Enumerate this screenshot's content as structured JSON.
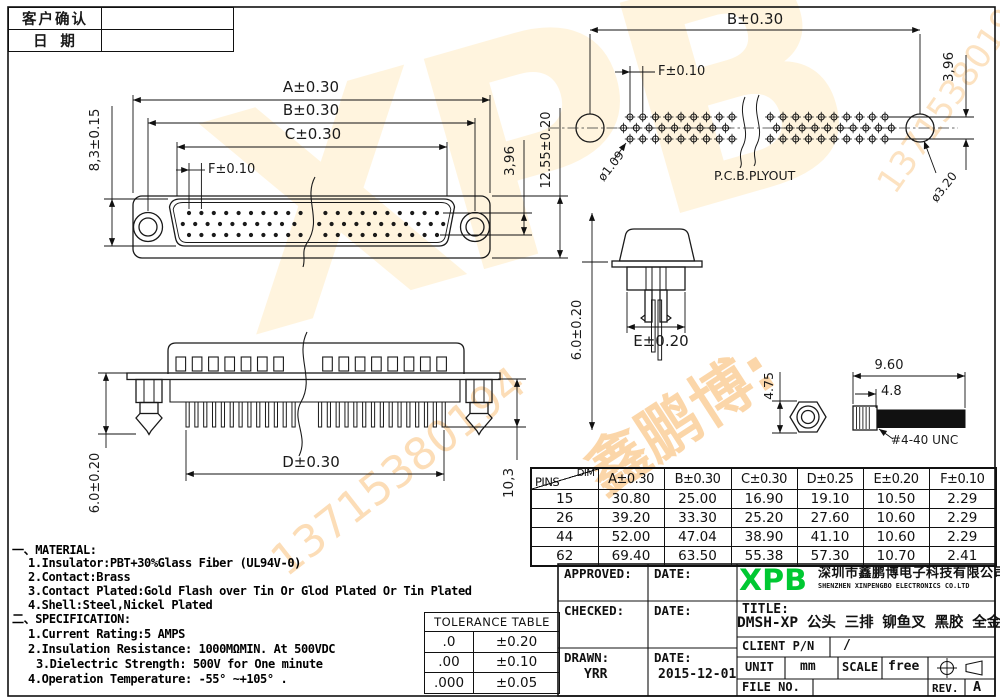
{
  "colors": {
    "line": "#1a1a1a",
    "logo_green": "#00c832",
    "watermark_orange": "#f39e32",
    "watermark_yellow": "#ffc446"
  },
  "confirm_table": {
    "rows": [
      {
        "label": "客户确认",
        "value": ""
      },
      {
        "label": "日 期",
        "value": ""
      }
    ]
  },
  "front_view": {
    "dim_a": "A±0.30",
    "dim_b": "B±0.30",
    "dim_c": "C±0.30",
    "dim_f": "F±0.10",
    "dim_height": "8,3±0.15",
    "dim_row": "3,96",
    "dim_flange": "12.55±0.20"
  },
  "pcb_view": {
    "label": "P.C.B.PLYOUT",
    "dim_b": "B±0.30",
    "dim_f": "F±0.10",
    "dim_row": "3,96",
    "dim_small_hole": "ø1.09",
    "dim_big_hole": "ø3.20"
  },
  "end_view": {
    "dim_e": "E±0.20",
    "dim_tail": "6.0±0.20"
  },
  "rear_view": {
    "dim_d": "D±0.30",
    "dim_tail": "6.0±0.20",
    "dim_depth": "10,3"
  },
  "screw_view": {
    "dim_len": "9.60",
    "dim_thread": "4.8",
    "dim_nut": "4.75",
    "thread_spec": "#4-40 UNC"
  },
  "dim_table": {
    "corner_dim": "DIM",
    "corner_pins": "PINS",
    "columns": [
      "A±0.30",
      "B±0.30",
      "C±0.30",
      "D±0.25",
      "E±0.20",
      "F±0.10"
    ],
    "rows": [
      {
        "pins": "15",
        "v": [
          "30.80",
          "25.00",
          "16.90",
          "19.10",
          "10.50",
          "2.29"
        ]
      },
      {
        "pins": "26",
        "v": [
          "39.20",
          "33.30",
          "25.20",
          "27.60",
          "10.60",
          "2.29"
        ]
      },
      {
        "pins": "44",
        "v": [
          "52.00",
          "47.04",
          "38.90",
          "41.10",
          "10.60",
          "2.29"
        ]
      },
      {
        "pins": "62",
        "v": [
          "69.40",
          "63.50",
          "55.38",
          "57.30",
          "10.70",
          "2.41"
        ]
      }
    ]
  },
  "notes": {
    "material_title": "一、MATERIAL:",
    "material": [
      "1.Insulator:PBT+30%Glass Fiber (UL94V-0)",
      "2.Contact:Brass",
      "3.Contact Plated:Gold Flash over Tin Or Glod Plated Or Tin Plated",
      "4.Shell:Steel,Nickel Plated"
    ],
    "spec_title": "二、SPECIFICATION:",
    "spec": [
      "1.Current Rating:5 AMPS",
      "2.Insulation Resistance: 1000MΩMIN. At 500VDC",
      "3.Dielectric Strength: 500V for One minute",
      "4.Operation Temperature: -55° ~+105° ."
    ]
  },
  "tolerance_table": {
    "title": "TOLERANCE TABLE",
    "rows": [
      {
        "digits": ".0",
        "tol": "±0.20"
      },
      {
        "digits": ".00",
        "tol": "±0.10"
      },
      {
        "digits": ".000",
        "tol": "±0.05"
      }
    ]
  },
  "title_block": {
    "approved_label": "APPROVED:",
    "checked_label": "CHECKED:",
    "drawn_label": "DRAWN:",
    "date_label": "DATE:",
    "drawn_by": "YRR",
    "drawn_date": "2015-12-01",
    "logo": "XPB",
    "company_cn": "深圳市鑫鹏博电子科技有限公司",
    "company_en": "SHENZHEN XINPENGBO ELECTRONICS CO.LTD",
    "title_label": "TITLE:",
    "title": "DMSH-XP 公头 三排 铆鱼叉 黑胶 全金",
    "client_pn_label": "CLIENT P/N",
    "client_pn_value": "/",
    "unit_label": "UNIT",
    "unit_value": "mm",
    "scale_label": "SCALE",
    "scale_value": "free",
    "file_no_label": "FILE NO.",
    "rev_label": "REV.",
    "rev_value": "A"
  },
  "watermark": {
    "brand": "XPB",
    "name": "鑫鹏博:",
    "phone": "13715380194"
  }
}
